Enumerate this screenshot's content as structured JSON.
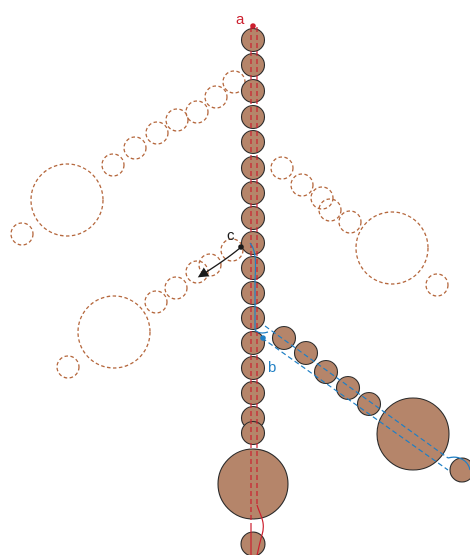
{
  "labels": {
    "a": "a",
    "b": "b",
    "c": "c"
  },
  "colors": {
    "bead_fill": "#b5856a",
    "bead_stroke": "#2b2b2b",
    "dashed_bead": "#b5683e",
    "path_a": "#cc1f2e",
    "path_b": "#1f7fc4",
    "path_c": "#1a1a1a",
    "label_a": "#cc1f2e",
    "label_b": "#1f7fc4",
    "label_c": "#1a1a1a"
  }
}
